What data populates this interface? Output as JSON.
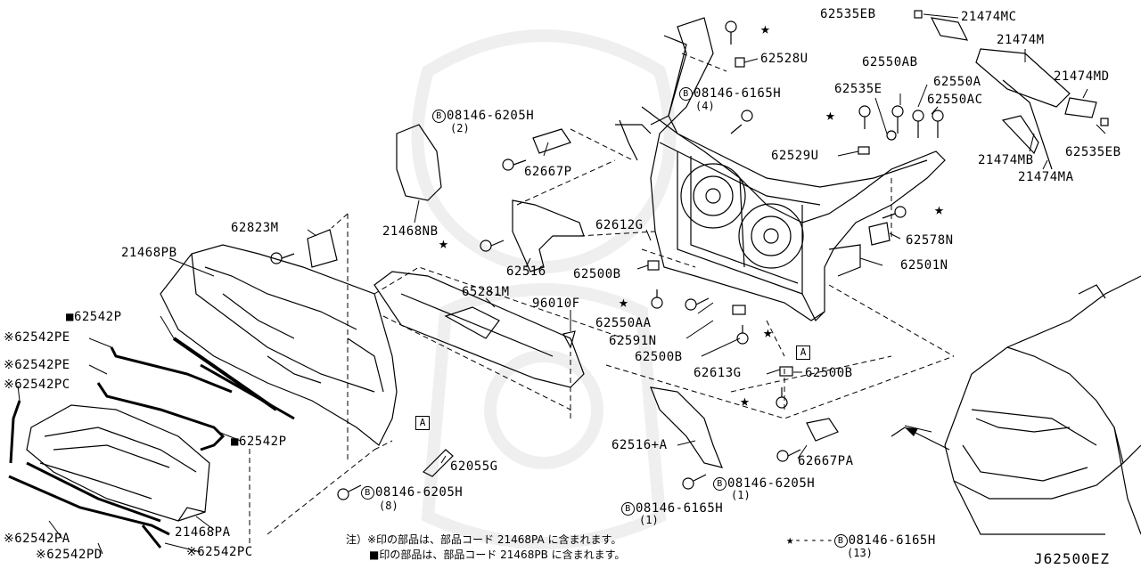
{
  "diagram_id": "J62500EZ",
  "labels": {
    "p62535EB_top": "62535EB",
    "p21474MC": "21474MC",
    "p62528U": "62528U",
    "p62550AB": "62550AB",
    "p21474M": "21474M",
    "p62550A": "62550A",
    "p21474MD": "21474MD",
    "p08146_6165H_top": "08146-6165H",
    "p08146_6165H_top_qty": "(4)",
    "p62535E": "62535E",
    "p62550AC": "62550AC",
    "p08146_6205H_2": "08146-6205H",
    "p08146_6205H_2_qty": "(2)",
    "p62529U": "62529U",
    "p21474MB": "21474MB",
    "p62535EB_right": "62535EB",
    "p62667P": "62667P",
    "p21474MA": "21474MA",
    "p21468NB": "21468NB",
    "p62612G": "62612G",
    "p62823M": "62823M",
    "p62578N": "62578N",
    "p21468PB": "21468PB",
    "p62516": "62516",
    "p62500B_1": "62500B",
    "p62501N": "62501N",
    "p65281M": "65281M",
    "p96010F": "96010F",
    "p62542P_top": "62542P",
    "p62550AA": "62550AA",
    "p62591N": "62591N",
    "p62542PE_1": "62542PE",
    "p62500B_2": "62500B",
    "p62542PE_2": "62542PE",
    "p62613G": "62613G",
    "p62500B_3": "62500B",
    "p62542PC_left": "62542PC",
    "p62542P_mid": "62542P",
    "p62516A": "62516+A",
    "p62055G": "62055G",
    "p62667PA": "62667PA",
    "p08146_6205H_8": "08146-6205H",
    "p08146_6205H_8_qty": "(8)",
    "p08146_6205H_1": "08146-6205H",
    "p08146_6205H_1_qty": "(1)",
    "p08146_6165H_1": "08146-6165H",
    "p08146_6165H_1_qty": "(1)",
    "p21468PA": "21468PA",
    "p62542PA": "62542PA",
    "p62542PD": "62542PD",
    "p62542PC_bottom": "62542PC",
    "p08146_6165H_13": "08146-6165H",
    "p08146_6165H_13_qty": "(13)"
  },
  "markers": {
    "star": "★",
    "ref": "※",
    "square": "■",
    "bolt": "B",
    "section_a": "A"
  },
  "notes": {
    "line1": "注）※印の部品は、部品コード 21468PA に含まれます。",
    "line2": "■印の部品は、部品コード 21468PB に含まれます。",
    "legend_prefix": "★-----"
  }
}
